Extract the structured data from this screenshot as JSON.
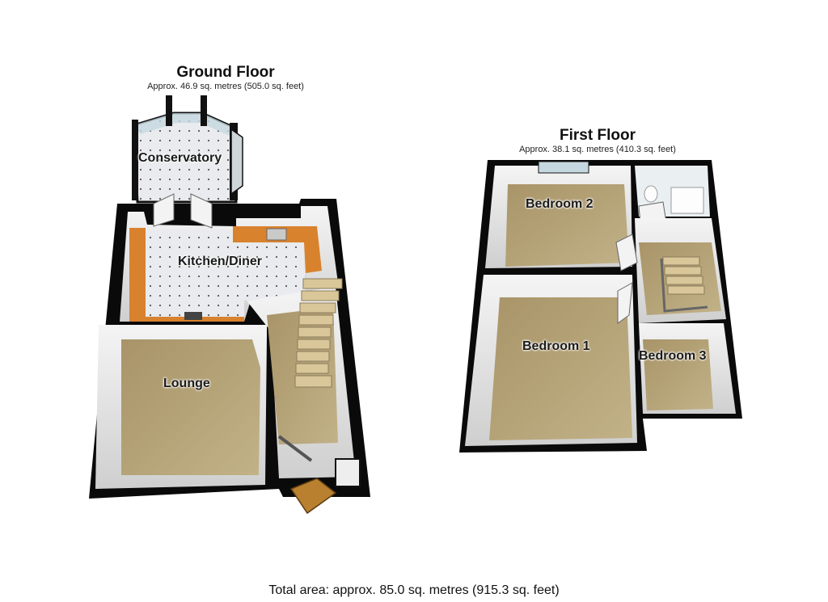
{
  "ground_floor": {
    "title": "Ground Floor",
    "area": "Approx. 46.9 sq. metres (505.0 sq. feet)",
    "rooms": {
      "conservatory": "Conservatory",
      "kitchen_diner": "Kitchen/Diner",
      "lounge": "Lounge"
    }
  },
  "first_floor": {
    "title": "First Floor",
    "area": "Approx. 38.1 sq. metres (410.3 sq. feet)",
    "rooms": {
      "bedroom_1": "Bedroom 1",
      "bedroom_2": "Bedroom 2",
      "bedroom_3": "Bedroom 3"
    }
  },
  "total_area": "Total area: approx. 85.0 sq. metres (915.3 sq. feet)",
  "colors": {
    "wall": "#0a0a0a",
    "wall_face": "#ffffff",
    "carpet": "#b7a57a",
    "tile": "#e6e8ea",
    "worktop": "#d9822e",
    "stair": "#d9c79a"
  }
}
